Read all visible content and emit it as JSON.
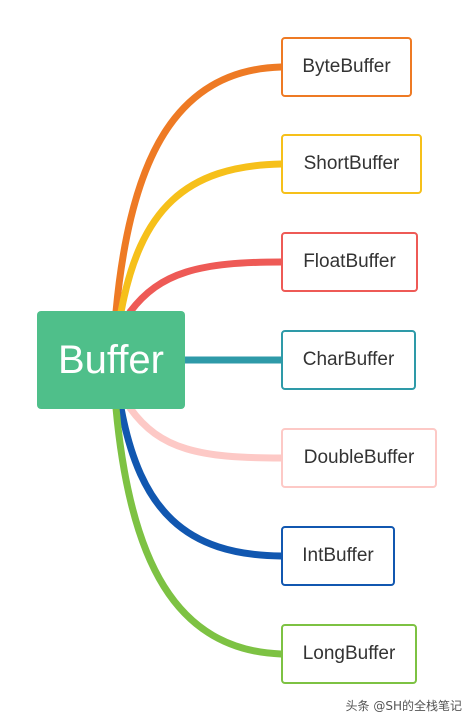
{
  "root": {
    "label": "Buffer",
    "color": "#4fbf8a"
  },
  "children": [
    {
      "label": "ByteBuffer",
      "color": "#ee7a24"
    },
    {
      "label": "ShortBuffer",
      "color": "#f6c01a"
    },
    {
      "label": "FloatBuffer",
      "color": "#ee5a56"
    },
    {
      "label": "CharBuffer",
      "color": "#2e9aa8"
    },
    {
      "label": "DoubleBuffer",
      "color": "#fdc9c6"
    },
    {
      "label": "IntBuffer",
      "color": "#1157b0"
    },
    {
      "label": "LongBuffer",
      "color": "#7dc243"
    }
  ],
  "watermark": {
    "text": "头条 @SH的全栈笔记"
  }
}
